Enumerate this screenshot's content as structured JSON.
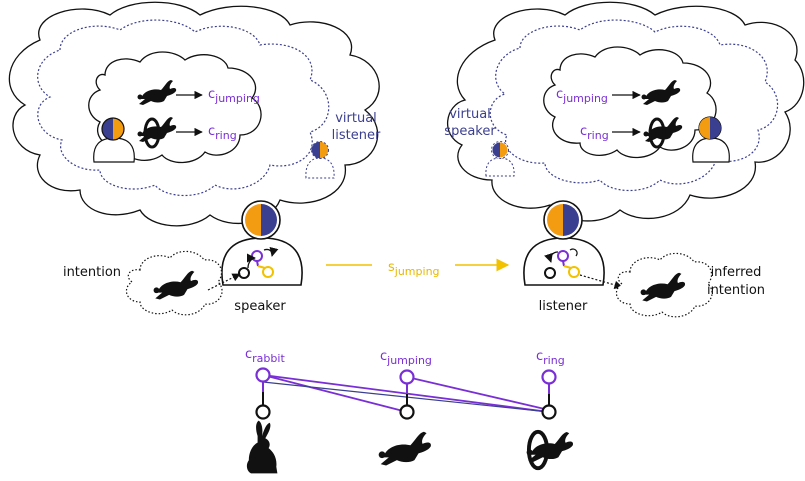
{
  "colors": {
    "purple": "#7a2fd6",
    "blue": "#3b3f8f",
    "orange": "#f39c12",
    "yellow": "#f2c200",
    "black": "#111111"
  },
  "labels": {
    "intention": "intention",
    "speaker": "speaker",
    "listener": "listener",
    "inferred_line1": "inferred",
    "inferred_line2": "intention",
    "virtual_listener_line1": "virtual",
    "virtual_listener_line2": "listener",
    "virtual_speaker_line1": "virtual",
    "virtual_speaker_line2": "speaker",
    "signal_base": "s",
    "signal_sub": "jumping"
  },
  "speaker_thought": [
    {
      "animal": "rabbit-jumping-icon",
      "concept_base": "c",
      "concept_sub": "jumping"
    },
    {
      "animal": "rabbit-ring-icon",
      "concept_base": "c",
      "concept_sub": "ring"
    }
  ],
  "listener_thought": [
    {
      "animal": "rabbit-jumping-icon",
      "concept_base": "c",
      "concept_sub": "jumping"
    },
    {
      "animal": "rabbit-ring-icon",
      "concept_base": "c",
      "concept_sub": "ring"
    }
  ],
  "lexicon": {
    "concepts": [
      {
        "base": "c",
        "sub": "rabbit"
      },
      {
        "base": "c",
        "sub": "jumping"
      },
      {
        "base": "c",
        "sub": "ring"
      }
    ],
    "referents": [
      "rabbit-sitting-icon",
      "rabbit-jumping-icon",
      "rabbit-ring-icon"
    ]
  }
}
